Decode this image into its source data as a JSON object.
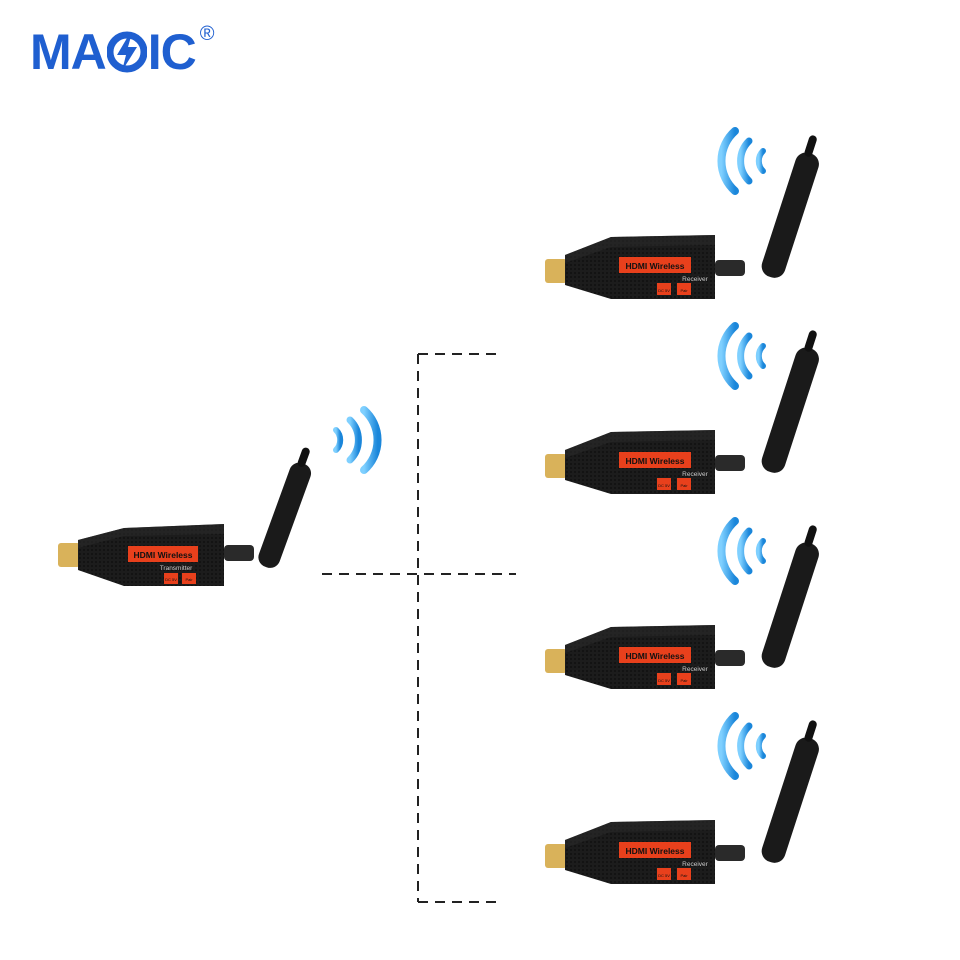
{
  "brand": {
    "name_part1": "MA",
    "name_part2": "IC",
    "registered_mark": "®",
    "color": "#1f5fd0"
  },
  "transmitter": {
    "label": "HDMI Wireless",
    "role": "Transmitter",
    "port_left": "DC 5V",
    "port_right": "Pair"
  },
  "receivers": [
    {
      "label": "HDMI Wireless",
      "role": "Receiver",
      "port_left": "DC 5V",
      "port_right": "Pair"
    },
    {
      "label": "HDMI Wireless",
      "role": "Receiver",
      "port_left": "DC 5V",
      "port_right": "Pair"
    },
    {
      "label": "HDMI Wireless",
      "role": "Receiver",
      "port_left": "DC 5V",
      "port_right": "Pair"
    },
    {
      "label": "HDMI Wireless",
      "role": "Receiver",
      "port_left": "DC 5V",
      "port_right": "Pair"
    }
  ],
  "colors": {
    "device_body": "#1c1c1c",
    "label_plate": "#e8401c",
    "signal": "#2fa0e6",
    "connector": "#d9b25a",
    "connector_lines": "#222222"
  }
}
